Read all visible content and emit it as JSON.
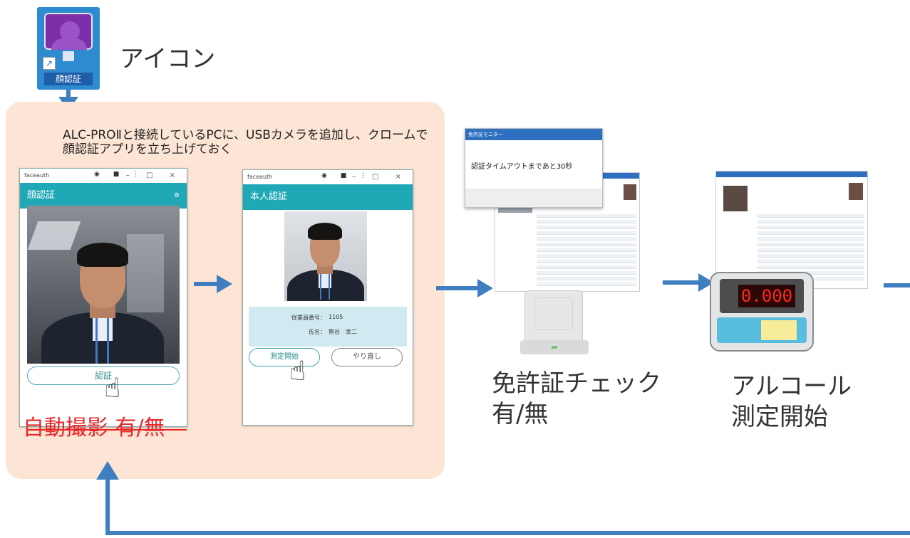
{
  "icon": {
    "badge_label": "顔認証",
    "caption": "アイコン"
  },
  "instruction": "ALC-PROⅡと接続しているPCに、USBカメラを追加し、クロームで顔認証アプリを立ち上げておく",
  "window1": {
    "title": "faceauth",
    "controls": "– □ ×",
    "header": "顔認証",
    "button": "認証"
  },
  "auto_capture_label": "自動撮影 有/無",
  "window2": {
    "title": "faceauth",
    "controls": "– □ ×",
    "header": "本人認証",
    "employee_number_label": "従業員番号：",
    "employee_number": "1105",
    "name_label": "氏名：",
    "name": "熊谷　幸二",
    "start_button": "測定開始",
    "retry_button": "やり直し"
  },
  "license_popup": {
    "title": "免許証モニター",
    "message": "認証タイムアウトまであと30秒"
  },
  "license_label": [
    "免許証チェック",
    "有/無"
  ],
  "alcohol_display": "0.000",
  "alcohol_label": [
    "アルコール",
    "測定開始"
  ],
  "colors": {
    "arrow": "#3f7fbf",
    "region": "#fde5d5",
    "accent_red": "#e8292a",
    "app_bar": "#20a8b7"
  }
}
